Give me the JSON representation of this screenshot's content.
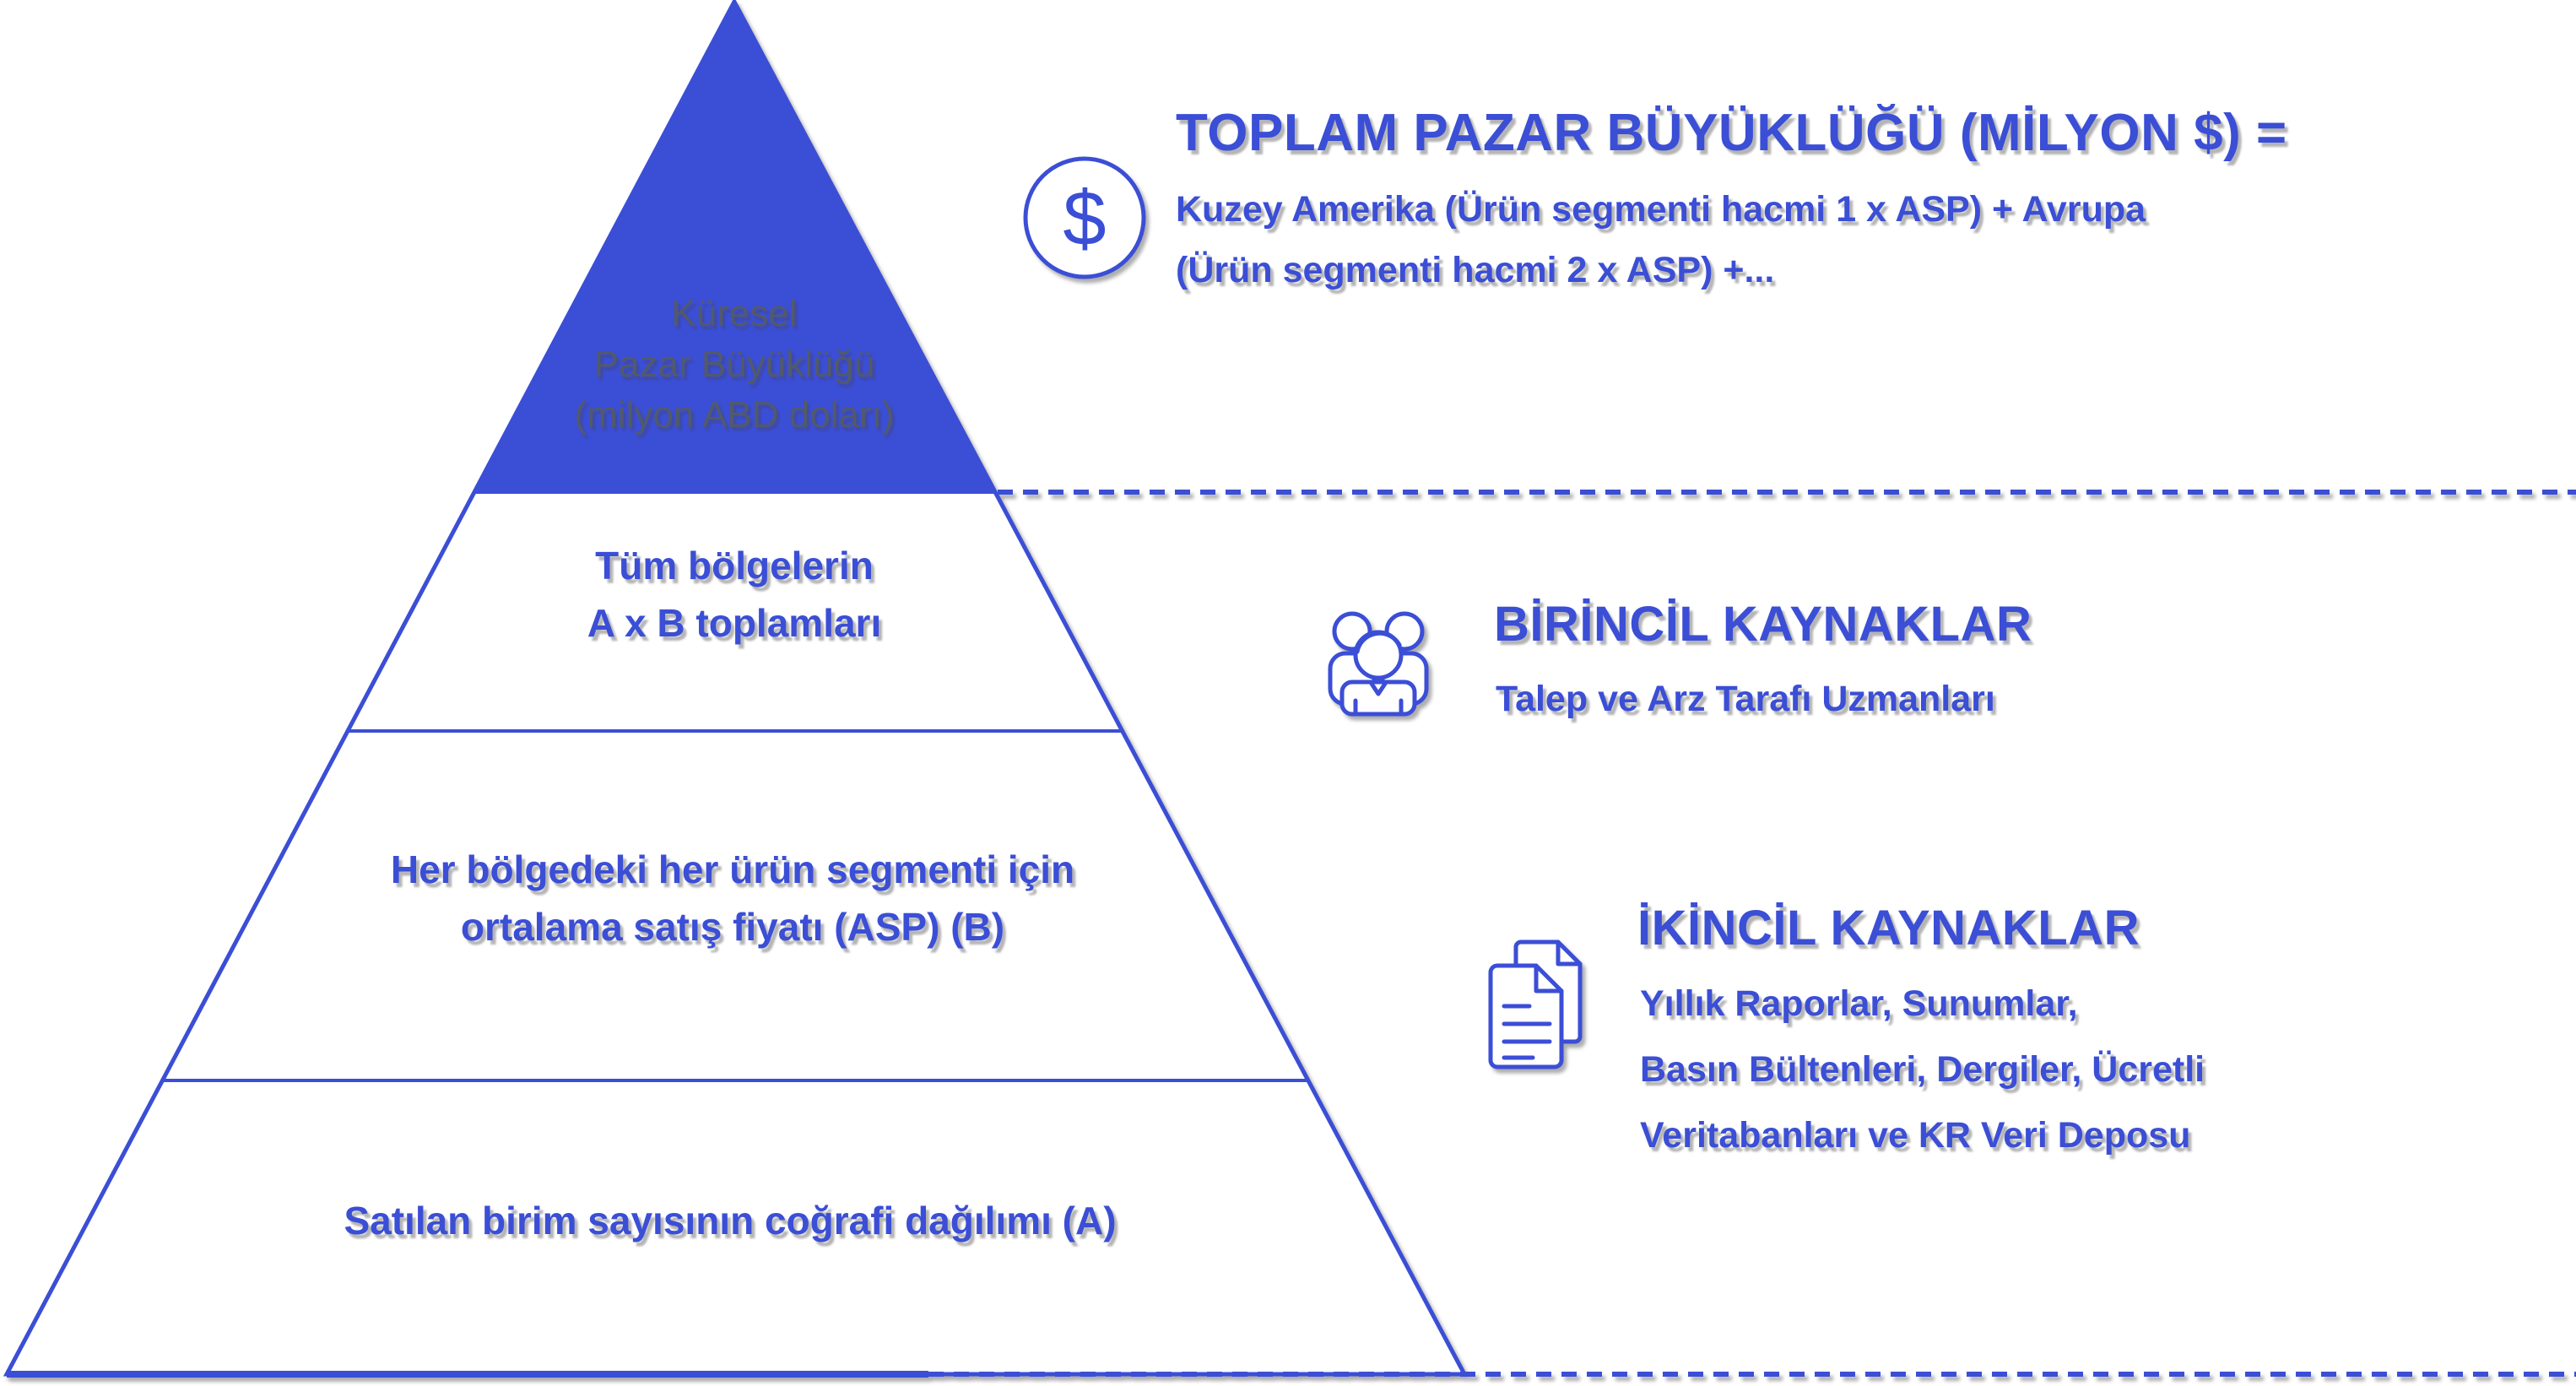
{
  "colors": {
    "accent": "#3b4ed6",
    "pyramid_cap_fill": "#3b4ed2",
    "cap_text": "#525a6b",
    "background": "#ffffff"
  },
  "pyramid": {
    "tier1": {
      "lines": [
        "Küresel",
        "Pazar Büyüklüğü",
        "(milyon ABD doları)"
      ]
    },
    "tier2": {
      "lines": [
        "Tüm bölgelerin",
        "A x B toplamları"
      ]
    },
    "tier3": {
      "lines": [
        "Her bölgedeki her ürün segmenti için",
        "ortalama satış fiyatı (ASP) (B)"
      ]
    },
    "tier4": {
      "lines": [
        "Satılan birim sayısının coğrafi dağılımı (A)"
      ]
    }
  },
  "annotations": {
    "market_size": {
      "icon": "dollar-icon",
      "icon_symbol": "$",
      "title": "TOPLAM PAZAR BÜYÜKLÜĞÜ (MİLYON $) =",
      "lines": [
        "Kuzey Amerika (Ürün segmenti hacmi 1 x ASP) + Avrupa",
        "(Ürün segmenti hacmi 2 x ASP) +..."
      ]
    },
    "primary": {
      "icon": "people-icon",
      "title": "BİRİNCİL KAYNAKLAR",
      "lines": [
        "Talep ve Arz Tarafı Uzmanları"
      ]
    },
    "secondary": {
      "icon": "documents-icon",
      "title": "İKİNCİL KAYNAKLAR",
      "lines": [
        "Yıllık Raporlar, Sunumlar,",
        "Basın Bültenleri, Dergiler, Ücretli",
        "Veritabanları ve KR Veri Deposu"
      ]
    }
  }
}
